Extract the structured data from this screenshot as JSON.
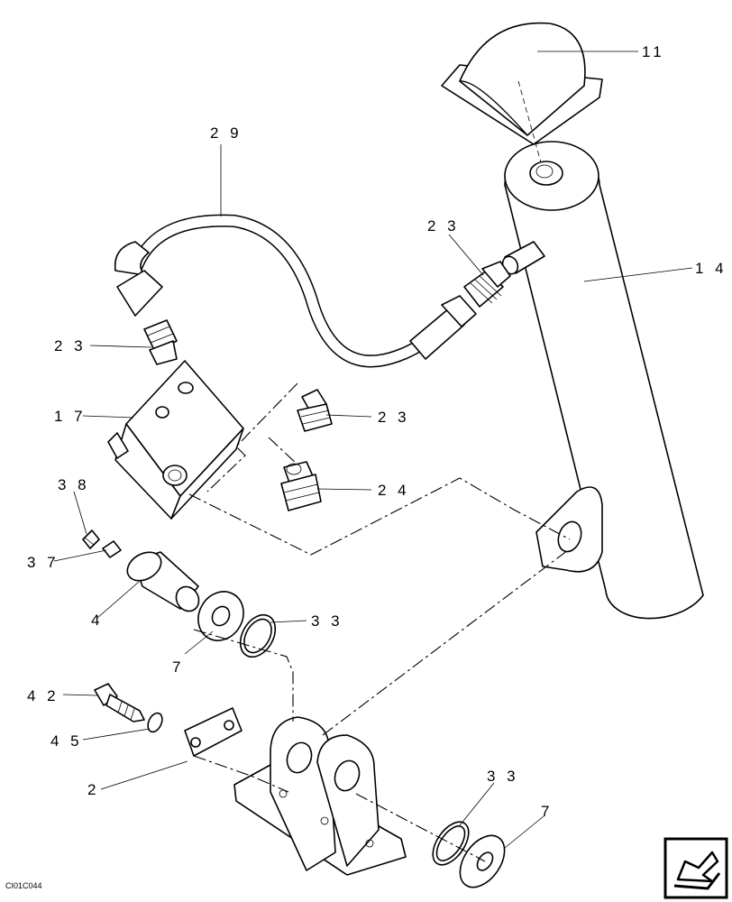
{
  "drawing_code": "CI01C044",
  "callouts": {
    "c11": "11",
    "c29": "2 9",
    "c23a": "2 3",
    "c14": "1 4",
    "c23b": "2 3",
    "c17": "1 7",
    "c23c": "2 3",
    "c38": "3 8",
    "c24": "2 4",
    "c37": "3 7",
    "c4": "4",
    "c33a": "3 3",
    "c7a": "7",
    "c42": "4 2",
    "c45": "4 5",
    "c2": "2",
    "c33b": "3 3",
    "c7b": "7"
  },
  "nav_icon": "next-page-arrow-icon"
}
